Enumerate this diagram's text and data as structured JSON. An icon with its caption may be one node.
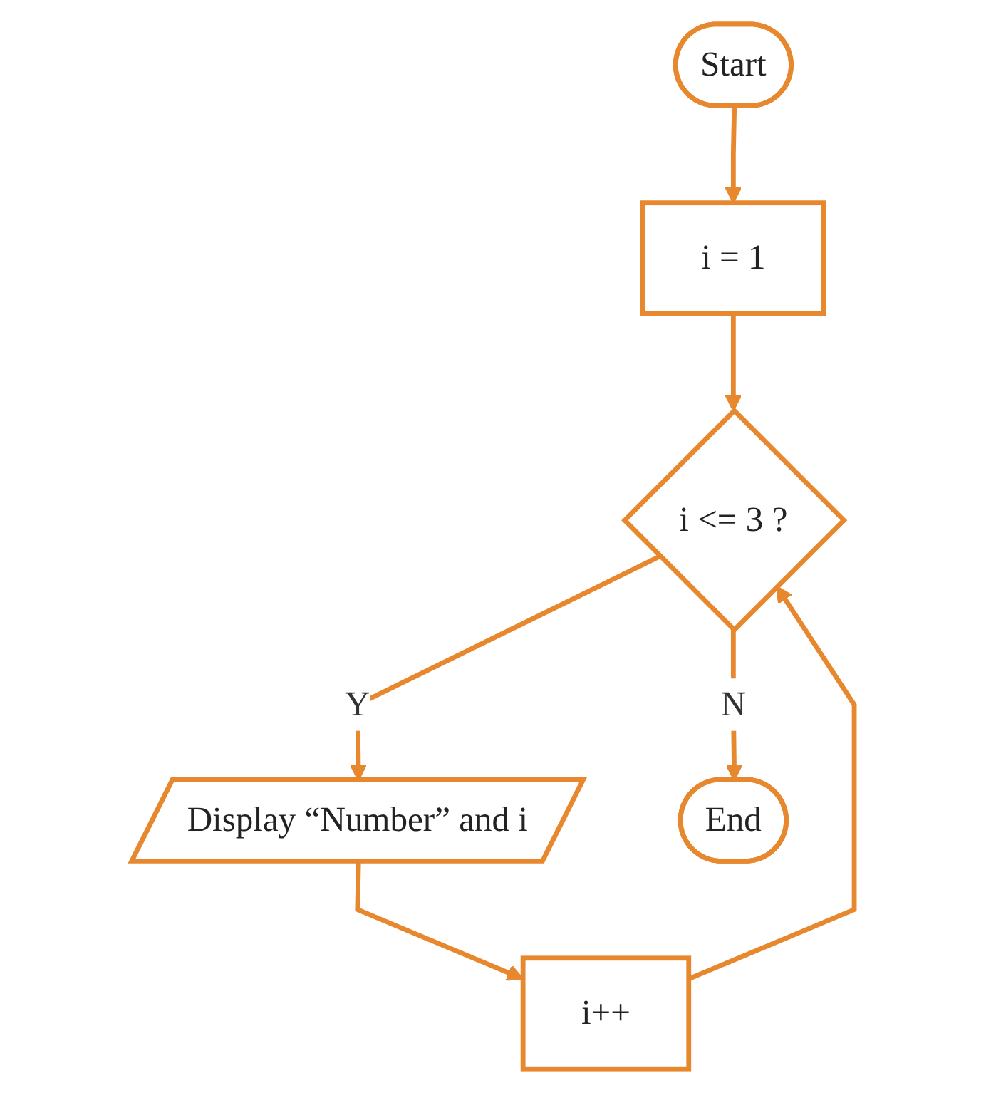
{
  "diagram": {
    "nodes": [
      {
        "text": [
          "Start"
        ]
      },
      {
        "text": [
          "i = 1"
        ]
      },
      {
        "text": [
          "i <= 3 ?"
        ]
      },
      {
        "text": [
          "Display “Number” and i"
        ]
      },
      {
        "text": [
          "i++"
        ]
      },
      {
        "text": [
          "End"
        ]
      }
    ],
    "edges": [
      {
        "from": 0,
        "to": 1,
        "arrow": "to"
      },
      {
        "from": 1,
        "to": 2,
        "arrow": "to"
      },
      {
        "from": 2,
        "to": 3,
        "arrow": "to",
        "label": "Y"
      },
      {
        "from": 2,
        "to": 5,
        "arrow": "to",
        "label": "N"
      },
      {
        "from": 3,
        "to": 4,
        "arrow": "to"
      },
      {
        "from": 4,
        "to": 2,
        "arrow": "to"
      }
    ]
  }
}
